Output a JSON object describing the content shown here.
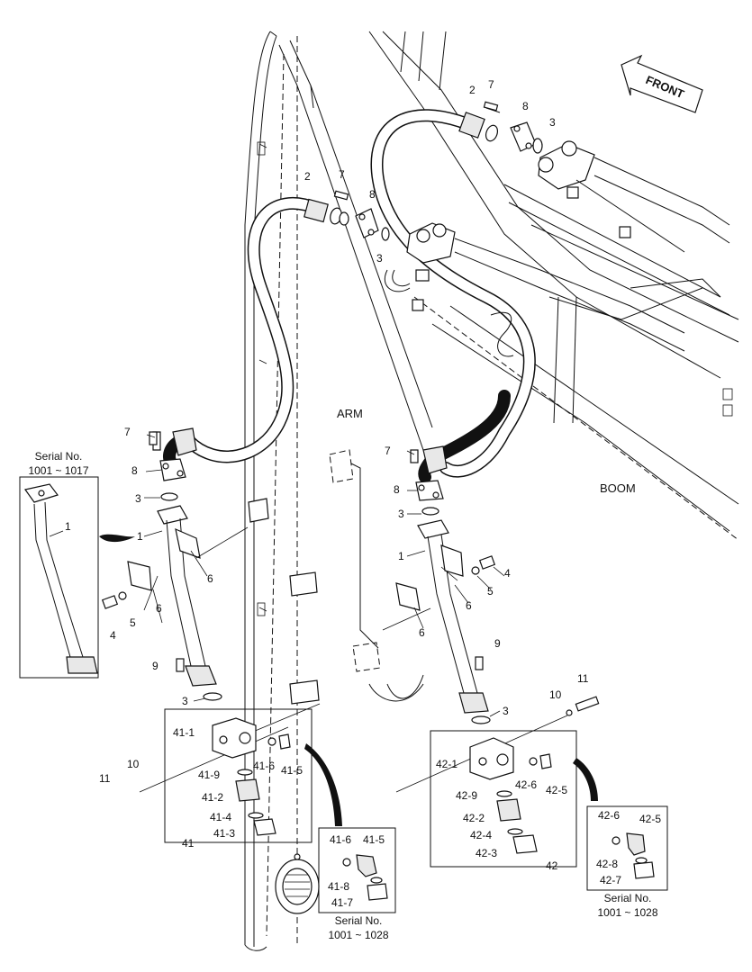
{
  "labels": {
    "front": "FRONT",
    "arm": "ARM",
    "boom": "BOOM",
    "p1": "1",
    "p2": "2",
    "p3": "3",
    "p4": "4",
    "p5": "5",
    "p6": "6",
    "p7": "7",
    "p8": "8",
    "p9": "9",
    "p10": "10",
    "p11": "11",
    "p41": "41",
    "p41_1": "41-1",
    "p41_2": "41-2",
    "p41_3": "41-3",
    "p41_4": "41-4",
    "p41_5": "41-5",
    "p41_6": "41-6",
    "p41_7": "41-7",
    "p41_8": "41-8",
    "p41_9": "41-9",
    "p42": "42",
    "p42_1": "42-1",
    "p42_2": "42-2",
    "p42_3": "42-3",
    "p42_4": "42-4",
    "p42_5": "42-5",
    "p42_6": "42-6",
    "p42_7": "42-7",
    "p42_8": "42-8",
    "p42_9": "42-9"
  },
  "notes": {
    "serial_1017_title": "Serial No.",
    "serial_1017_range": "1001 ~ 1017",
    "serial_1028a_title": "Serial No.",
    "serial_1028a_range": "1001 ~ 1028",
    "serial_1028b_title": "Serial No.",
    "serial_1028b_range": "1001 ~ 1028"
  }
}
